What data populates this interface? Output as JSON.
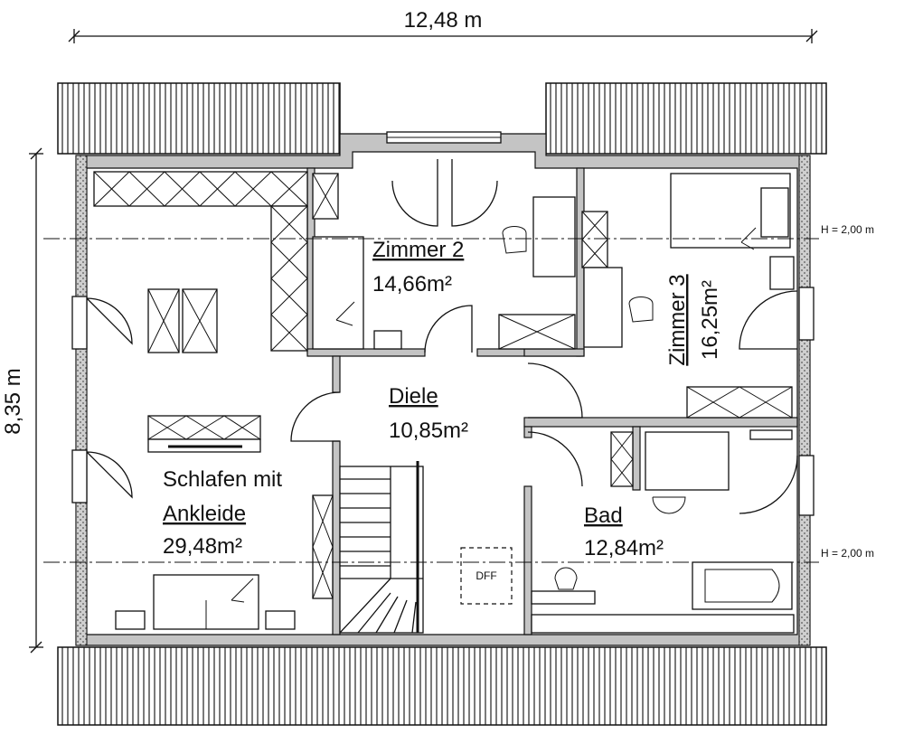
{
  "dimensions": {
    "width": "12,48 m",
    "height": "8,35 m"
  },
  "height_markers": [
    {
      "label": "H = 2,00 m"
    },
    {
      "label": "H = 2,00 m"
    }
  ],
  "rooms": [
    {
      "name": "Zimmer 2",
      "area": "14,66m²"
    },
    {
      "name": "Zimmer 3",
      "area": "16,25m²"
    },
    {
      "name": "Diele",
      "area": "10,85m²"
    },
    {
      "name_line1": "Schlafen mit",
      "name_line2": "Ankleide",
      "area": "29,48m²"
    },
    {
      "name": "Bad",
      "area": "12,84m²"
    }
  ],
  "skylight_label": "DFF"
}
